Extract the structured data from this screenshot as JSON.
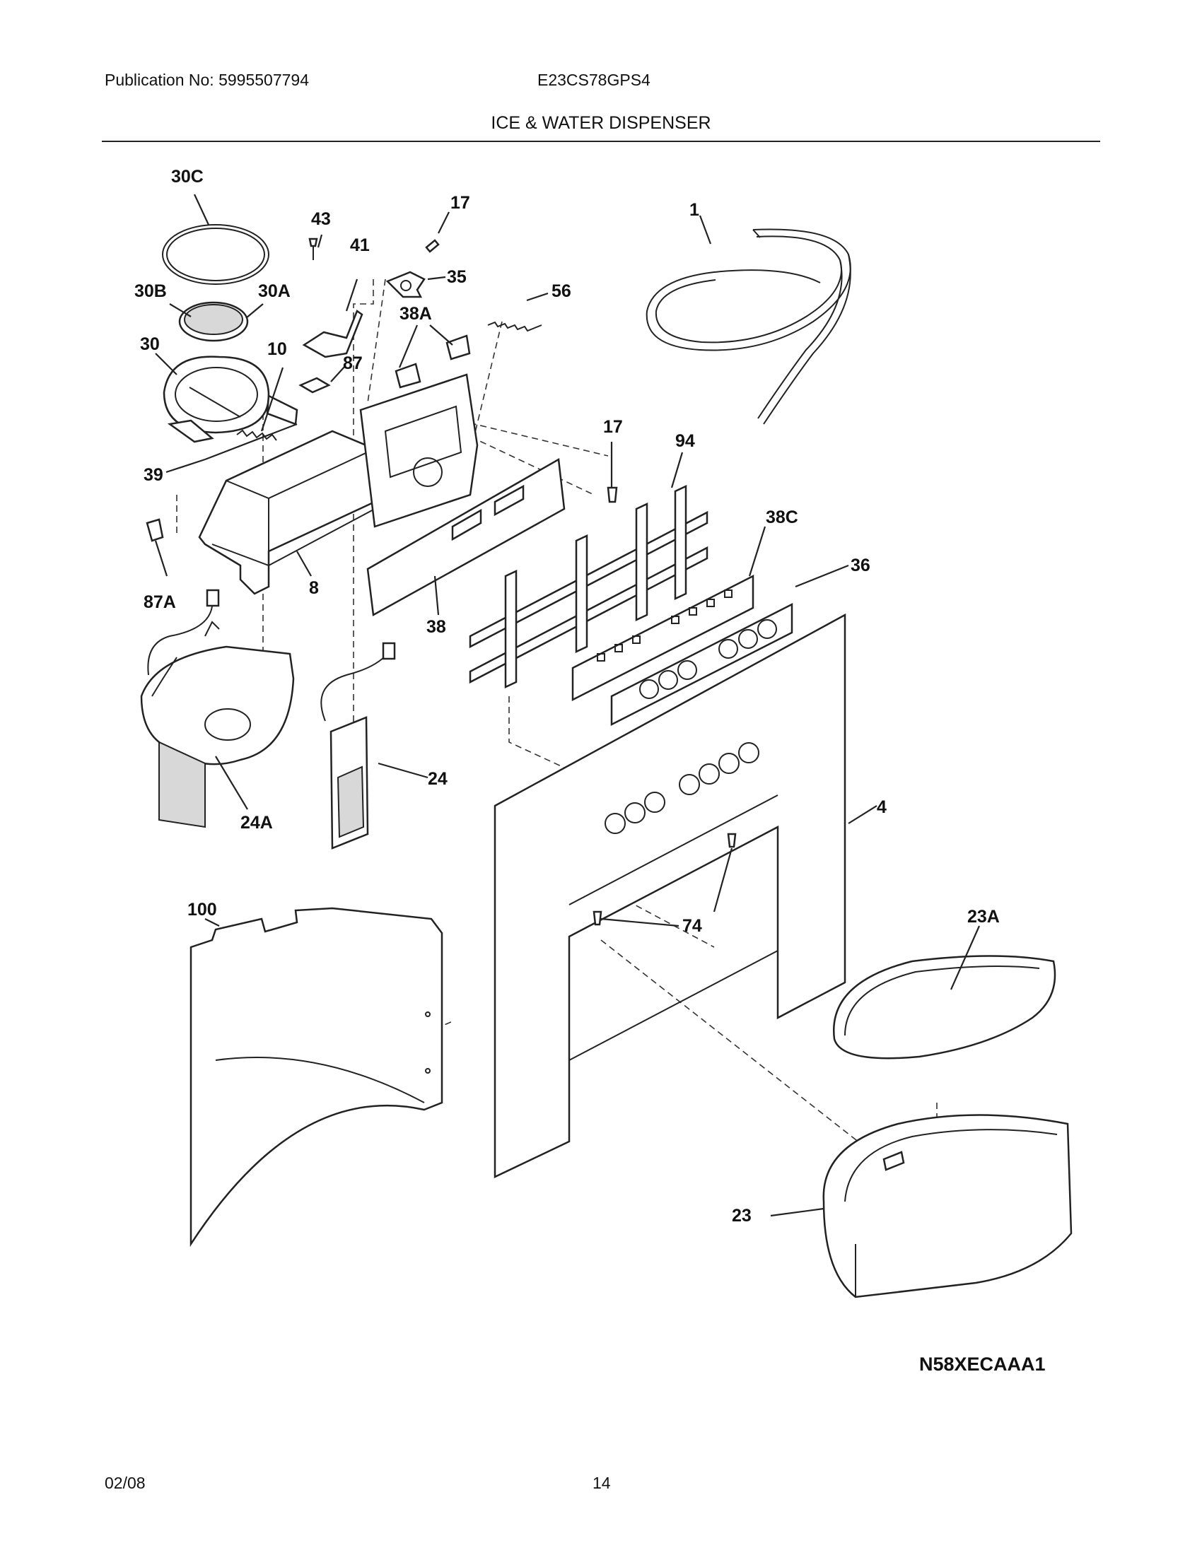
{
  "header": {
    "publication": "Publication No: 5995507794",
    "model": "E23CS78GPS4",
    "section": "ICE & WATER DISPENSER"
  },
  "diagram": {
    "callouts": [
      "30C",
      "43",
      "17",
      "1",
      "41",
      "35",
      "30B",
      "30A",
      "56",
      "38A",
      "30",
      "10",
      "87",
      "17",
      "94",
      "39",
      "38C",
      "36",
      "87A",
      "8",
      "38",
      "24",
      "24A",
      "4",
      "100",
      "74",
      "23A",
      "23"
    ],
    "code": "N58XECAAA1"
  },
  "footer": {
    "date": "02/08",
    "page": "14"
  }
}
